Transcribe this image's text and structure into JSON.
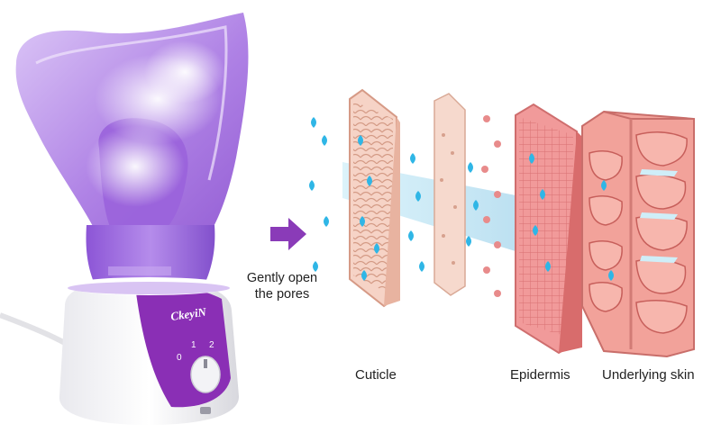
{
  "product": {
    "brand_logo": "CkeyiN",
    "dial_labels": [
      "0",
      "1",
      "2"
    ]
  },
  "captions": {
    "open_pores_line1": "Gently open",
    "open_pores_line2": "the pores",
    "cuticle": "Cuticle",
    "epidermis": "Epidermis",
    "underlying_skin": "Underlying skin"
  },
  "colors": {
    "purple": "#8a3bb8",
    "light_purple": "#c9a6ee",
    "steam_blue": "#2fb6e6",
    "skin_pink": "#f2a7a0",
    "skin_light": "#f7d3c7"
  }
}
